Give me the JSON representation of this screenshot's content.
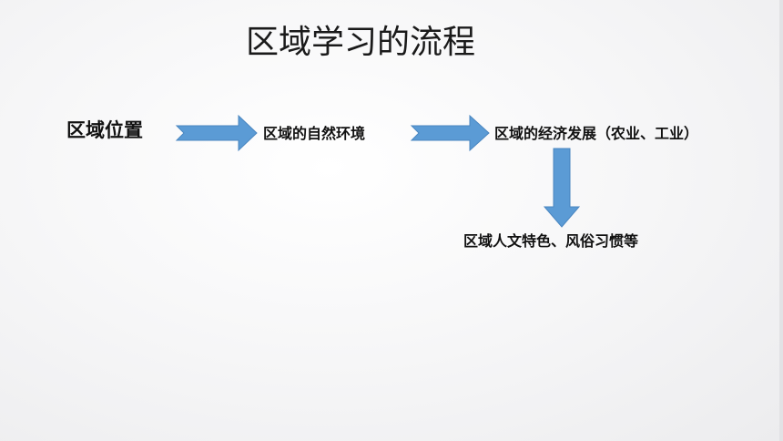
{
  "slide": {
    "title": "区域学习的流程"
  },
  "flow": {
    "nodes": [
      {
        "id": "location",
        "label": "区域位置"
      },
      {
        "id": "natural-environment",
        "label": "区域的自然环境"
      },
      {
        "id": "economic-development",
        "label": "区域的经济发展（农业、工业）"
      },
      {
        "id": "culture",
        "label": "区域人文特色、风俗习惯等"
      }
    ]
  },
  "colors": {
    "arrow_fill": "#5b9bd5",
    "arrow_stroke": "#4a86c0",
    "text": "#111111"
  }
}
